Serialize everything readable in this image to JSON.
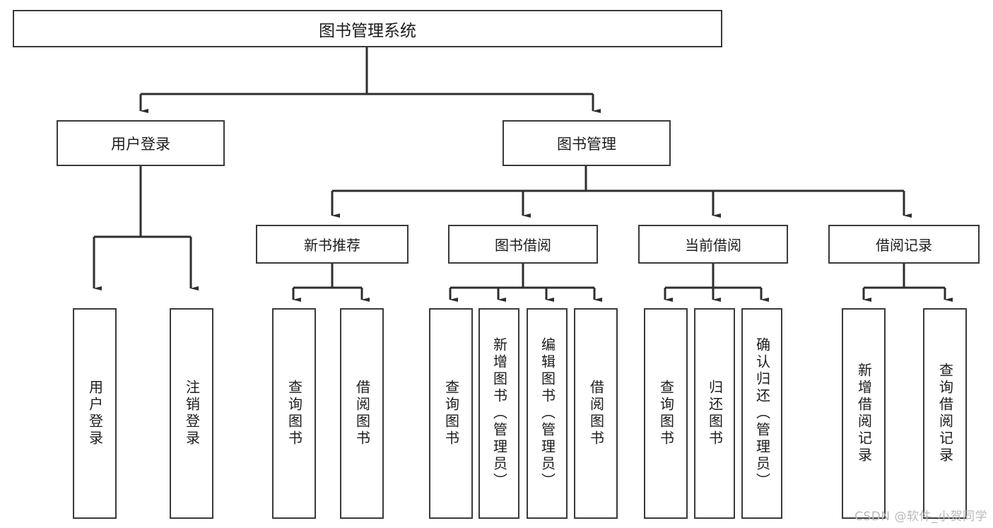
{
  "diagram": {
    "title": "图书管理系统",
    "type": "tree-hierarchy",
    "background_color": "#ffffff",
    "line_color": "#3a3a3a",
    "text_color": "#1c1c1c"
  },
  "root": {
    "label": "图书管理系统"
  },
  "level1": [
    {
      "label": "用户登录"
    },
    {
      "label": "图书管理"
    }
  ],
  "level2": [
    {
      "label": "新书推荐"
    },
    {
      "label": "图书借阅"
    },
    {
      "label": "当前借阅"
    },
    {
      "label": "借阅记录"
    }
  ],
  "leaves": {
    "user_login": [
      {
        "label": "用户登录"
      },
      {
        "label": "注销登录"
      }
    ],
    "new_book_recommend": [
      {
        "label": "查询图书"
      },
      {
        "label": "借阅图书"
      }
    ],
    "book_borrow": [
      {
        "label": "查询图书"
      },
      {
        "label": "新增图书（管理员）"
      },
      {
        "label": "编辑图书（管理员）"
      },
      {
        "label": "借阅图书"
      }
    ],
    "current_borrow": [
      {
        "label": "查询图书"
      },
      {
        "label": "归还图书"
      },
      {
        "label": "确认归还（管理员）"
      }
    ],
    "borrow_records": [
      {
        "label": "新增借阅记录"
      },
      {
        "label": "查询借阅记录"
      }
    ]
  },
  "watermark": {
    "text": "CSDN @软件_小贺同学"
  }
}
